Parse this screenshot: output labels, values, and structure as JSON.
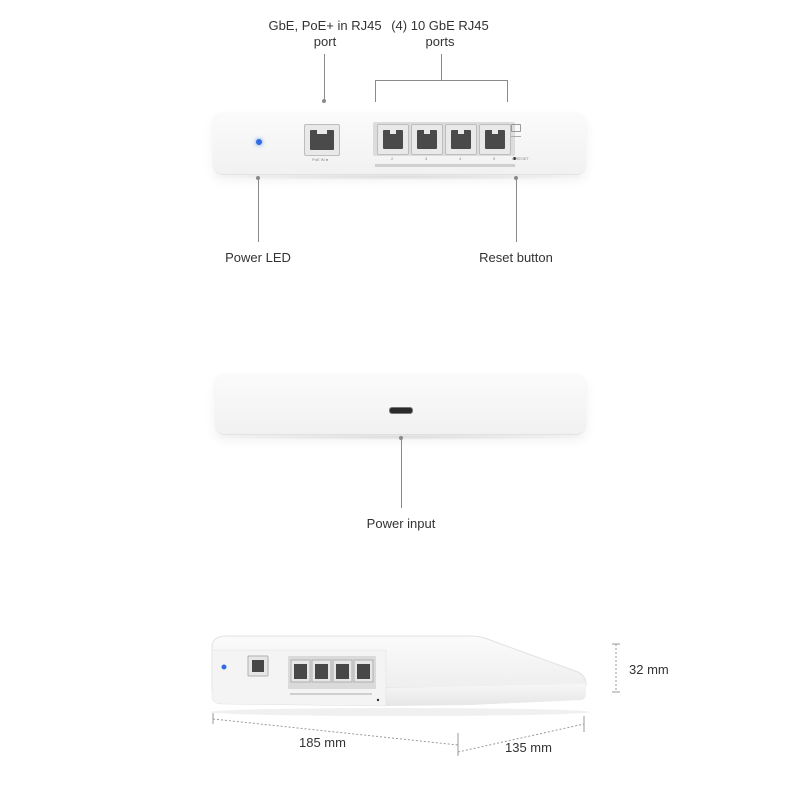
{
  "front_view": {
    "callout_poe_in": "GbE, PoE+ in RJ45\nport",
    "callout_poe_in_line1": "GbE, PoE+ in RJ45",
    "callout_poe_in_line2": "port",
    "callout_10gbe_line1": "(4) 10 GbE RJ45",
    "callout_10gbe_line2": "ports",
    "callout_power_led": "Power LED",
    "callout_reset": "Reset button",
    "panel_text_poe_in": "PoE IN ●",
    "port_numbers": [
      "2",
      "3",
      "4",
      "5"
    ],
    "panel_text_reset": "● RESET"
  },
  "rear_view": {
    "callout_power_input": "Power input"
  },
  "dimensions_view": {
    "height": "32 mm",
    "width": "185 mm",
    "depth": "135 mm"
  },
  "colors": {
    "led": "#2f6de0",
    "callout_line": "#8a8a8a"
  }
}
